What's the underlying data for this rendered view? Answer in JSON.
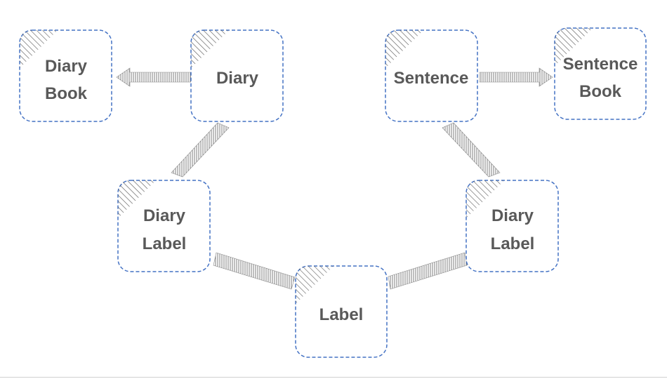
{
  "diagram": {
    "nodes": {
      "diary_book": {
        "lines": [
          "Diary",
          "Book"
        ]
      },
      "diary": {
        "lines": [
          "Diary"
        ]
      },
      "diary_label_left": {
        "lines": [
          "Diary",
          "Label"
        ]
      },
      "label": {
        "lines": [
          "Label"
        ]
      },
      "diary_label_right": {
        "lines": [
          "Diary",
          "Label"
        ]
      },
      "sentence": {
        "lines": [
          "Sentence"
        ]
      },
      "sentence_book": {
        "lines": [
          "Sentence",
          "Book"
        ]
      }
    },
    "edges": [
      {
        "from": "diary",
        "to": "diary_book",
        "directed": true
      },
      {
        "from": "diary",
        "to": "diary_label_left",
        "directed": false
      },
      {
        "from": "diary_label_left",
        "to": "label",
        "directed": false
      },
      {
        "from": "label",
        "to": "diary_label_right",
        "directed": false
      },
      {
        "from": "diary_label_right",
        "to": "sentence",
        "directed": false
      },
      {
        "from": "sentence",
        "to": "sentence_book",
        "directed": true
      }
    ],
    "colors": {
      "node_border": "#4472c4",
      "node_text": "#595959",
      "connector": "#7f7f7f"
    }
  }
}
